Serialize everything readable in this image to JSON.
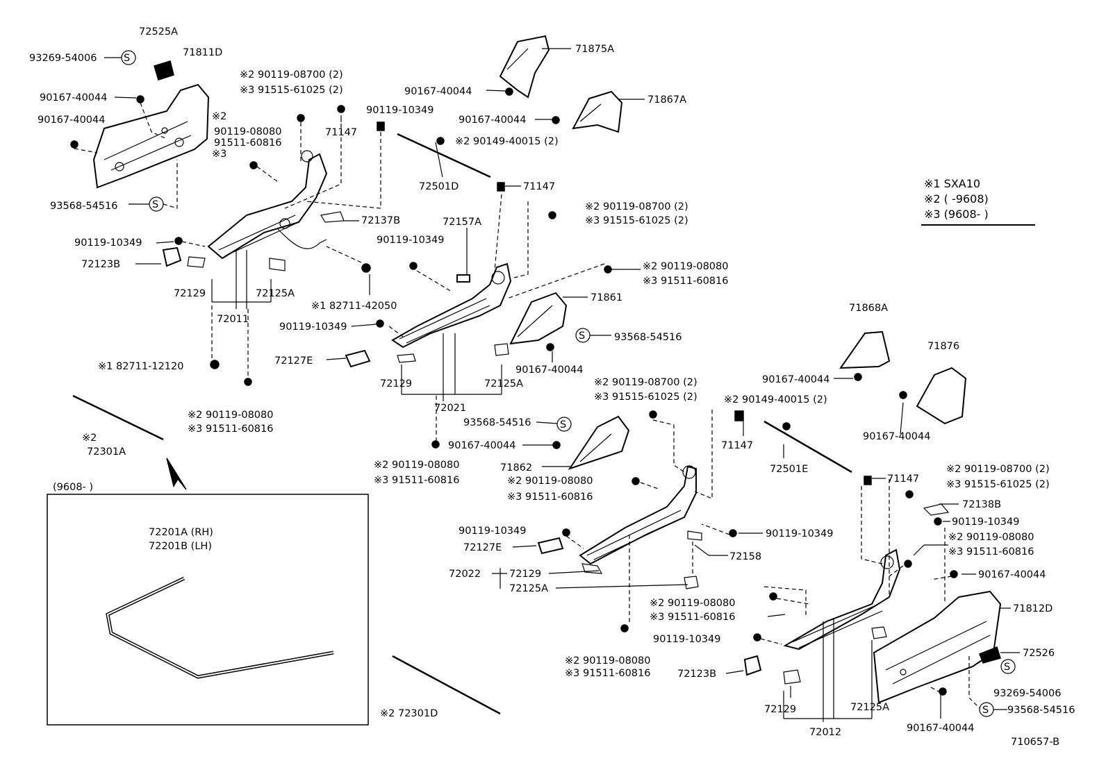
{
  "legend": {
    "line1": "※1 SXA10",
    "line2": "※2 (        -9608)",
    "line3": "※3 (9608-        )"
  },
  "inset": {
    "title": "(9608-        )",
    "part_rh": "72201A (RH)",
    "part_lh": "72201B (LH)"
  },
  "figure_id": "710657-B",
  "callouts": [
    "72525A",
    "93269-54006",
    "71811D",
    "90167-40044",
    "90167-40044",
    "※2 90119-08700 (2)",
    "※3 91515-61025 (2)",
    "※2",
    "90119-08080",
    "91511-60816",
    "※3",
    "90119-10349",
    "71147",
    "71875A",
    "90167-40044",
    "71867A",
    "90167-40044",
    "※2 90149-40015 (2)",
    "72501D",
    "71147",
    "93568-54516",
    "72137B",
    "※2 90119-08700 (2)",
    "※3 91515-61025 (2)",
    "72157A",
    "90119-10349",
    "90119-10349",
    "72123B",
    "72129",
    "72125A",
    "72011",
    "※1 82711-42050",
    "※2 90119-08080",
    "※3 91511-60816",
    "71861",
    "90119-10349",
    "93568-54516",
    "72127E",
    "72129",
    "72125A",
    "90167-40044",
    "72021",
    "※1 82711-12120",
    "※2 90119-08080",
    "※3 91511-60816",
    "※2",
    "72301A",
    "71868A",
    "71876",
    "※2 90119-08700 (2)",
    "※3 91515-61025 (2)",
    "※2 90149-40015 (2)",
    "90167-40044",
    "93568-54516",
    "90167-40044",
    "71147",
    "72501E",
    "90167-40044",
    "71862",
    "※2 90119-08080",
    "※3 91511-60816",
    "※2 90119-08080",
    "※3 91511-60816",
    "71147",
    "※2 90119-08700 (2)",
    "※3 91515-61025 (2)",
    "72138B",
    "90119-10349",
    "90119-10349",
    "90119-10349",
    "※2 90119-08080",
    "※3 91511-60816",
    "72127E",
    "72158",
    "90167-40044",
    "72022",
    "72129",
    "72125A",
    "※2 90119-08080",
    "※3 91511-60816",
    "71812D",
    "90119-10349",
    "72526",
    "※2 90119-08080",
    "※3 91511-60816",
    "72123B",
    "93269-54006",
    "72129",
    "72125A",
    "※2 72301D",
    "93568-54516",
    "90167-40044",
    "72012"
  ]
}
